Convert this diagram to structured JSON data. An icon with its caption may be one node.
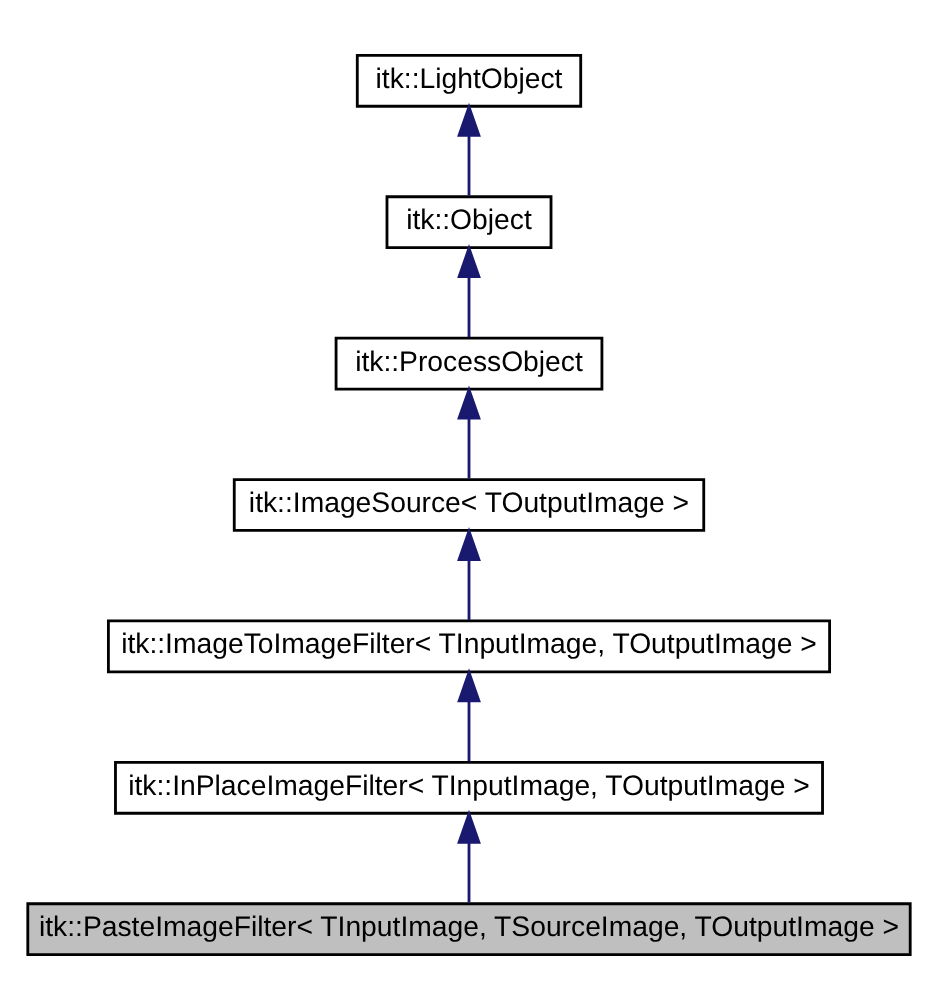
{
  "diagram": {
    "nodes": [
      {
        "text": [
          "itk::LightObject"
        ]
      },
      {
        "text": [
          "itk::Object"
        ]
      },
      {
        "text": [
          "itk::ProcessObject"
        ]
      },
      {
        "text": [
          "itk::ImageSource< TOutputImage >"
        ]
      },
      {
        "text": [
          "itk::ImageToImageFilter< TInputImage, TOutputImage >"
        ]
      },
      {
        "text": [
          "itk::InPlaceImageFilter< TInputImage, TOutputImage >"
        ]
      },
      {
        "text": [
          "itk::PasteImageFilter< TInputImage, TSourceImage, TOutputImage >"
        ]
      }
    ],
    "edges": [
      {
        "from": 1,
        "to": 0,
        "arrow": "to"
      },
      {
        "from": 2,
        "to": 1,
        "arrow": "to"
      },
      {
        "from": 3,
        "to": 2,
        "arrow": "to"
      },
      {
        "from": 4,
        "to": 3,
        "arrow": "to"
      },
      {
        "from": 5,
        "to": 4,
        "arrow": "to"
      },
      {
        "from": 6,
        "to": 5,
        "arrow": "to"
      }
    ]
  }
}
